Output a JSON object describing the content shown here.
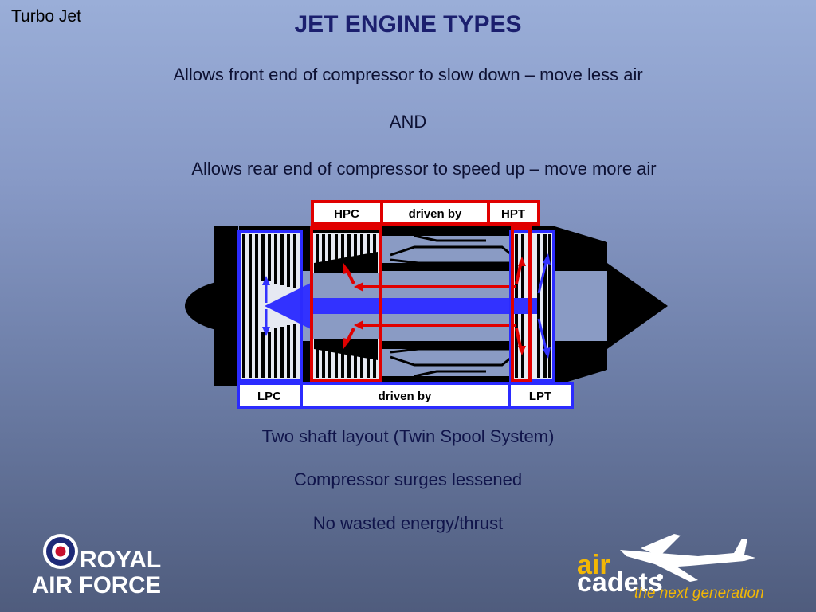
{
  "slide": {
    "corner_label": "Turbo Jet",
    "title": "JET ENGINE TYPES",
    "line1": "Allows front end of compressor to slow down – move less air",
    "and": "AND",
    "line2": "Allows rear end of compressor to speed up – move more air",
    "bullets": [
      "Two shaft layout (Twin Spool System)",
      "Compressor surges lessened",
      "No wasted energy/thrust"
    ]
  },
  "diagram": {
    "hp_labels": {
      "hpc": "HPC",
      "driven_by": "driven by",
      "hpt": "HPT"
    },
    "lp_labels": {
      "lpc": "LPC",
      "driven_by": "driven by",
      "lpt": "LPT"
    },
    "colors": {
      "hp_spool": "#e00000",
      "lp_spool": "#2b2bff",
      "engine": "#000000"
    }
  },
  "logos": {
    "raf": {
      "line1": "ROYAL",
      "line2": "AIR FORCE"
    },
    "air_cadets": {
      "word1": "air",
      "word2": "cadets",
      "tagline": "the next generation"
    }
  }
}
